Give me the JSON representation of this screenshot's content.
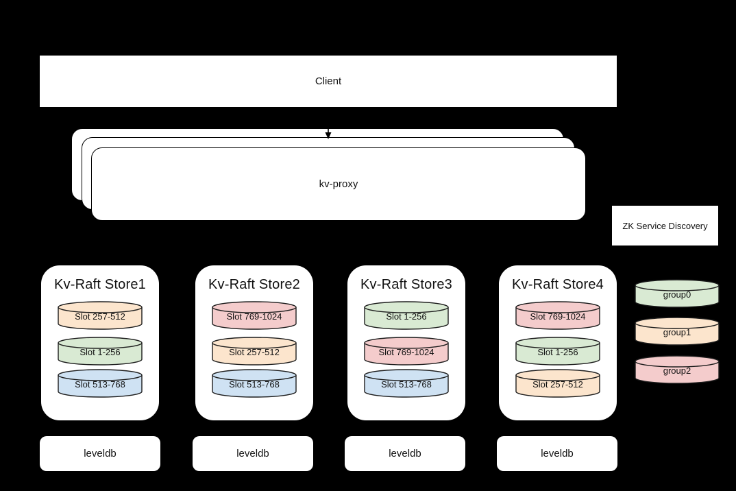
{
  "palette": {
    "green": "#d9ead3",
    "orange": "#fce5cd",
    "blue": "#cfe2f3",
    "pink": "#f4cccc"
  },
  "client": {
    "label": "Client"
  },
  "proxy": {
    "label": "kv-proxy"
  },
  "zk": {
    "label": "ZK Service Discovery"
  },
  "stores": [
    {
      "title": "Kv-Raft Store1",
      "db_label": "leveldb",
      "slots": [
        {
          "label": "Slot 257-512",
          "color": "#fce5cd"
        },
        {
          "label": "Slot 1-256",
          "color": "#d9ead3"
        },
        {
          "label": "Slot 513-768",
          "color": "#cfe2f3"
        }
      ]
    },
    {
      "title": "Kv-Raft Store2",
      "db_label": "leveldb",
      "slots": [
        {
          "label": "Slot 769-1024",
          "color": "#f4cccc"
        },
        {
          "label": "Slot 257-512",
          "color": "#fce5cd"
        },
        {
          "label": "Slot 513-768",
          "color": "#cfe2f3"
        }
      ]
    },
    {
      "title": "Kv-Raft Store3",
      "db_label": "leveldb",
      "slots": [
        {
          "label": "Slot 1-256",
          "color": "#d9ead3"
        },
        {
          "label": "Slot 769-1024",
          "color": "#f4cccc"
        },
        {
          "label": "Slot 513-768",
          "color": "#cfe2f3"
        }
      ]
    },
    {
      "title": "Kv-Raft Store4",
      "db_label": "leveldb",
      "slots": [
        {
          "label": "Slot 769-1024",
          "color": "#f4cccc"
        },
        {
          "label": "Slot 1-256",
          "color": "#d9ead3"
        },
        {
          "label": "Slot 257-512",
          "color": "#fce5cd"
        }
      ]
    }
  ],
  "legend": [
    {
      "label": "group0",
      "color": "#d9ead3"
    },
    {
      "label": "group1",
      "color": "#fce5cd"
    },
    {
      "label": "group2",
      "color": "#f4cccc"
    }
  ]
}
